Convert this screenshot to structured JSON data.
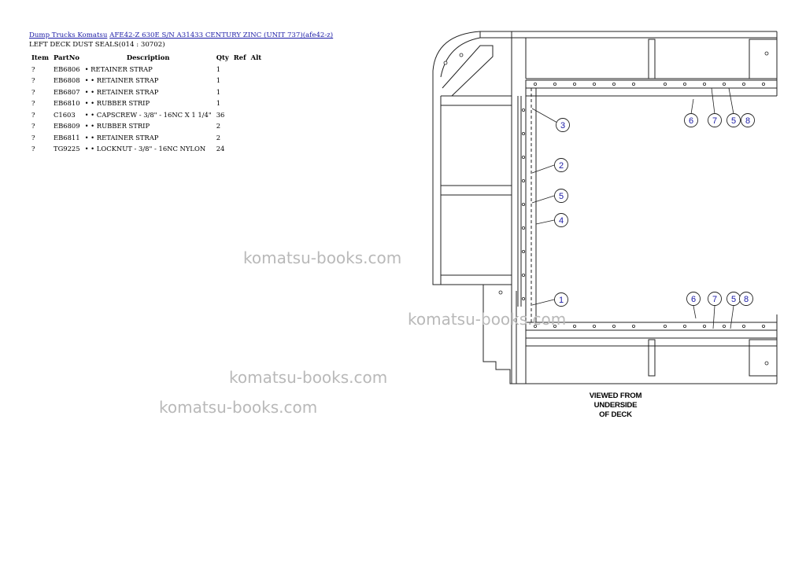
{
  "breadcrumb": {
    "category": "Dump Trucks Komatsu",
    "model": "AFE42-Z 630E S/N A31433 CENTURY ZINC (UNIT 737)(afe42-z)"
  },
  "subtitle": "LEFT DECK DUST SEALS(014 : 30702)",
  "table": {
    "headers": {
      "item": "Item",
      "partno": "PartNo",
      "description": "Description",
      "qty": "Qty",
      "ref": "Ref",
      "alt": "Alt"
    },
    "rows": [
      {
        "item": "?",
        "partno": "EB6806",
        "description": "• RETAINER STRAP",
        "qty": "1"
      },
      {
        "item": "?",
        "partno": "EB6808",
        "description": "• • RETAINER STRAP",
        "qty": "1"
      },
      {
        "item": "?",
        "partno": "EB6807",
        "description": "• • RETAINER STRAP",
        "qty": "1"
      },
      {
        "item": "?",
        "partno": "EB6810",
        "description": "• • RUBBER STRIP",
        "qty": "1"
      },
      {
        "item": "?",
        "partno": "C1603",
        "description": "• • CAPSCREW - 3/8\" - 16NC X 1 1/4\"",
        "qty": "36"
      },
      {
        "item": "?",
        "partno": "EB6809",
        "description": "• • RUBBER STRIP",
        "qty": "2"
      },
      {
        "item": "?",
        "partno": "EB6811",
        "description": "• • RETAINER STRAP",
        "qty": "2"
      },
      {
        "item": "?",
        "partno": "TG9225",
        "description": "• • LOCKNUT - 3/8\" - 16NC NYLON",
        "qty": "24"
      }
    ]
  },
  "watermark": "komatsu-books.com",
  "diagram": {
    "callouts": [
      "3",
      "2",
      "5",
      "4",
      "1",
      "6",
      "7",
      "5",
      "8",
      "6",
      "7",
      "5",
      "8"
    ],
    "caption_lines": [
      "VIEWED FROM",
      "UNDERSIDE",
      "OF DECK"
    ],
    "callout_color": "#1a1aa6"
  }
}
